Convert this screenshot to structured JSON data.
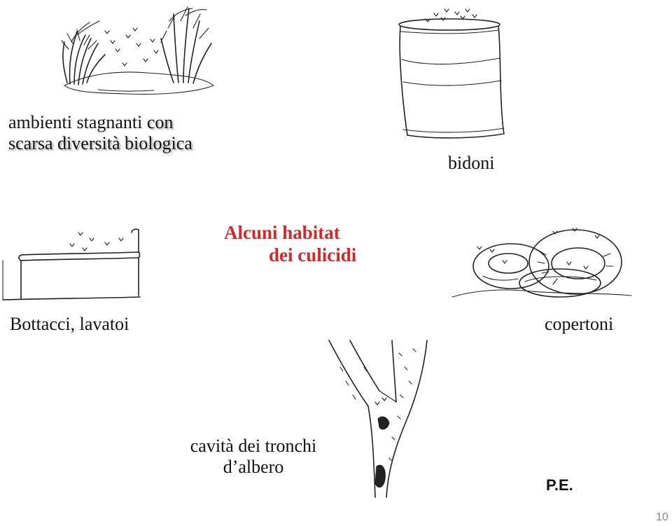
{
  "slide": {
    "title_line1": "Alcuni habitat",
    "title_line2": "dei culicidi",
    "title_color": "#d02a2a",
    "page_number": "10",
    "author_initials": "P.E."
  },
  "captions": {
    "stagnant_line1_a": "ambienti stagnanti ",
    "stagnant_line1_b": "con",
    "stagnant_line2": "scarsa diversità biologica",
    "drums": "bidoni",
    "troughs": "Bottacci, lavatoi",
    "tyres": "copertoni",
    "tree_line1": "cavità dei tronchi",
    "tree_line2": "d’albero"
  },
  "illustrations": [
    {
      "name": "stagnant-pond-sketch",
      "icon": "reeds-and-water"
    },
    {
      "name": "drum-sketch",
      "icon": "barrel"
    },
    {
      "name": "trough-sketch",
      "icon": "tank"
    },
    {
      "name": "tyres-sketch",
      "icon": "tyre-pile"
    },
    {
      "name": "tree-hollow-sketch",
      "icon": "tree-trunk"
    }
  ]
}
